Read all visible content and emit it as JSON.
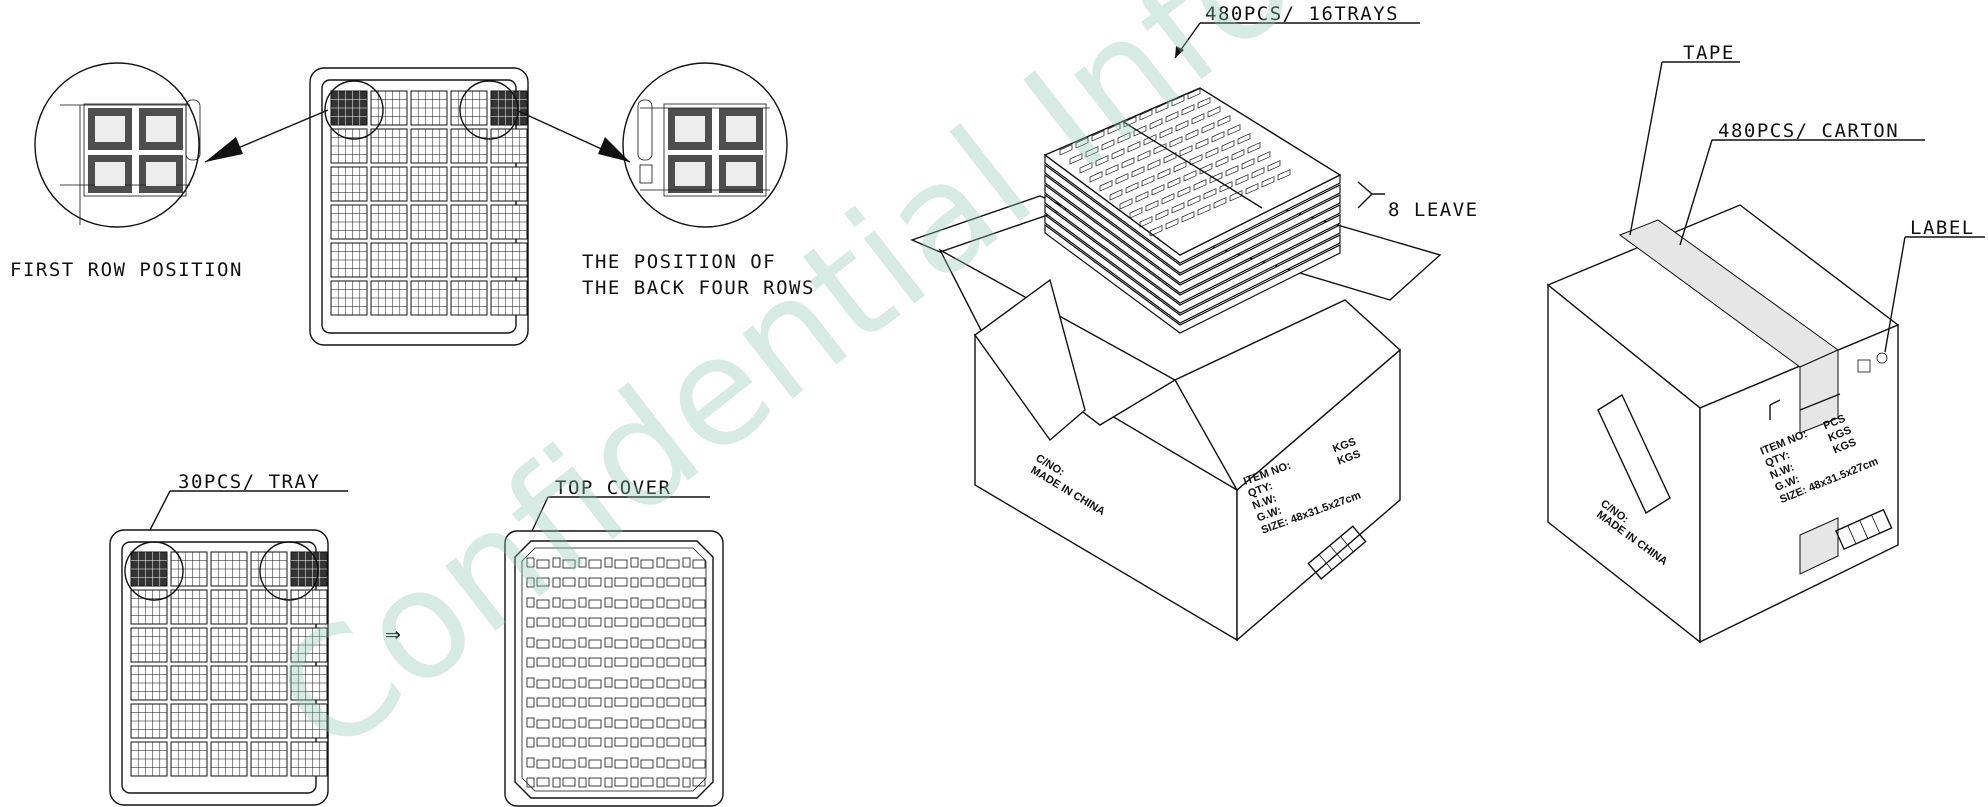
{
  "labels": {
    "first_row": "FIRST ROW POSITION",
    "back_rows_1": "THE POSITION OF",
    "back_rows_2": "THE BACK FOUR ROWS",
    "tray_qty": "30PCS/ TRAY",
    "top_cover": "TOP COVER",
    "arrow_symbol": "⇒",
    "trays_qty": "480PCS/ 16TRAYS",
    "leave": "8 LEAVE",
    "tape": "TAPE",
    "carton_qty": "480PCS/ CARTON",
    "label": "LABEL"
  },
  "open_box": {
    "cno": "C/NO:",
    "made_in": "MADE IN CHINA",
    "item_no": "ITEM NO:",
    "qty": "QTY:",
    "nw": "N.W:",
    "gw": "G.W:",
    "size": "SIZE: 48x31.5x27cm",
    "kgs1": "KGS",
    "kgs2": "KGS"
  },
  "closed_box": {
    "cno": "C/NO:",
    "made_in": "MADE IN CHINA",
    "item_no": "ITEM NO:",
    "pcs": "PCS",
    "qty": "QTY:",
    "kgs1": "KGS",
    "nw": "N.W:",
    "kgs2": "KGS",
    "gw": "G.W:",
    "size": "SIZE: 48x31.5x27cm"
  },
  "watermark": "Confidential Information-Customer"
}
